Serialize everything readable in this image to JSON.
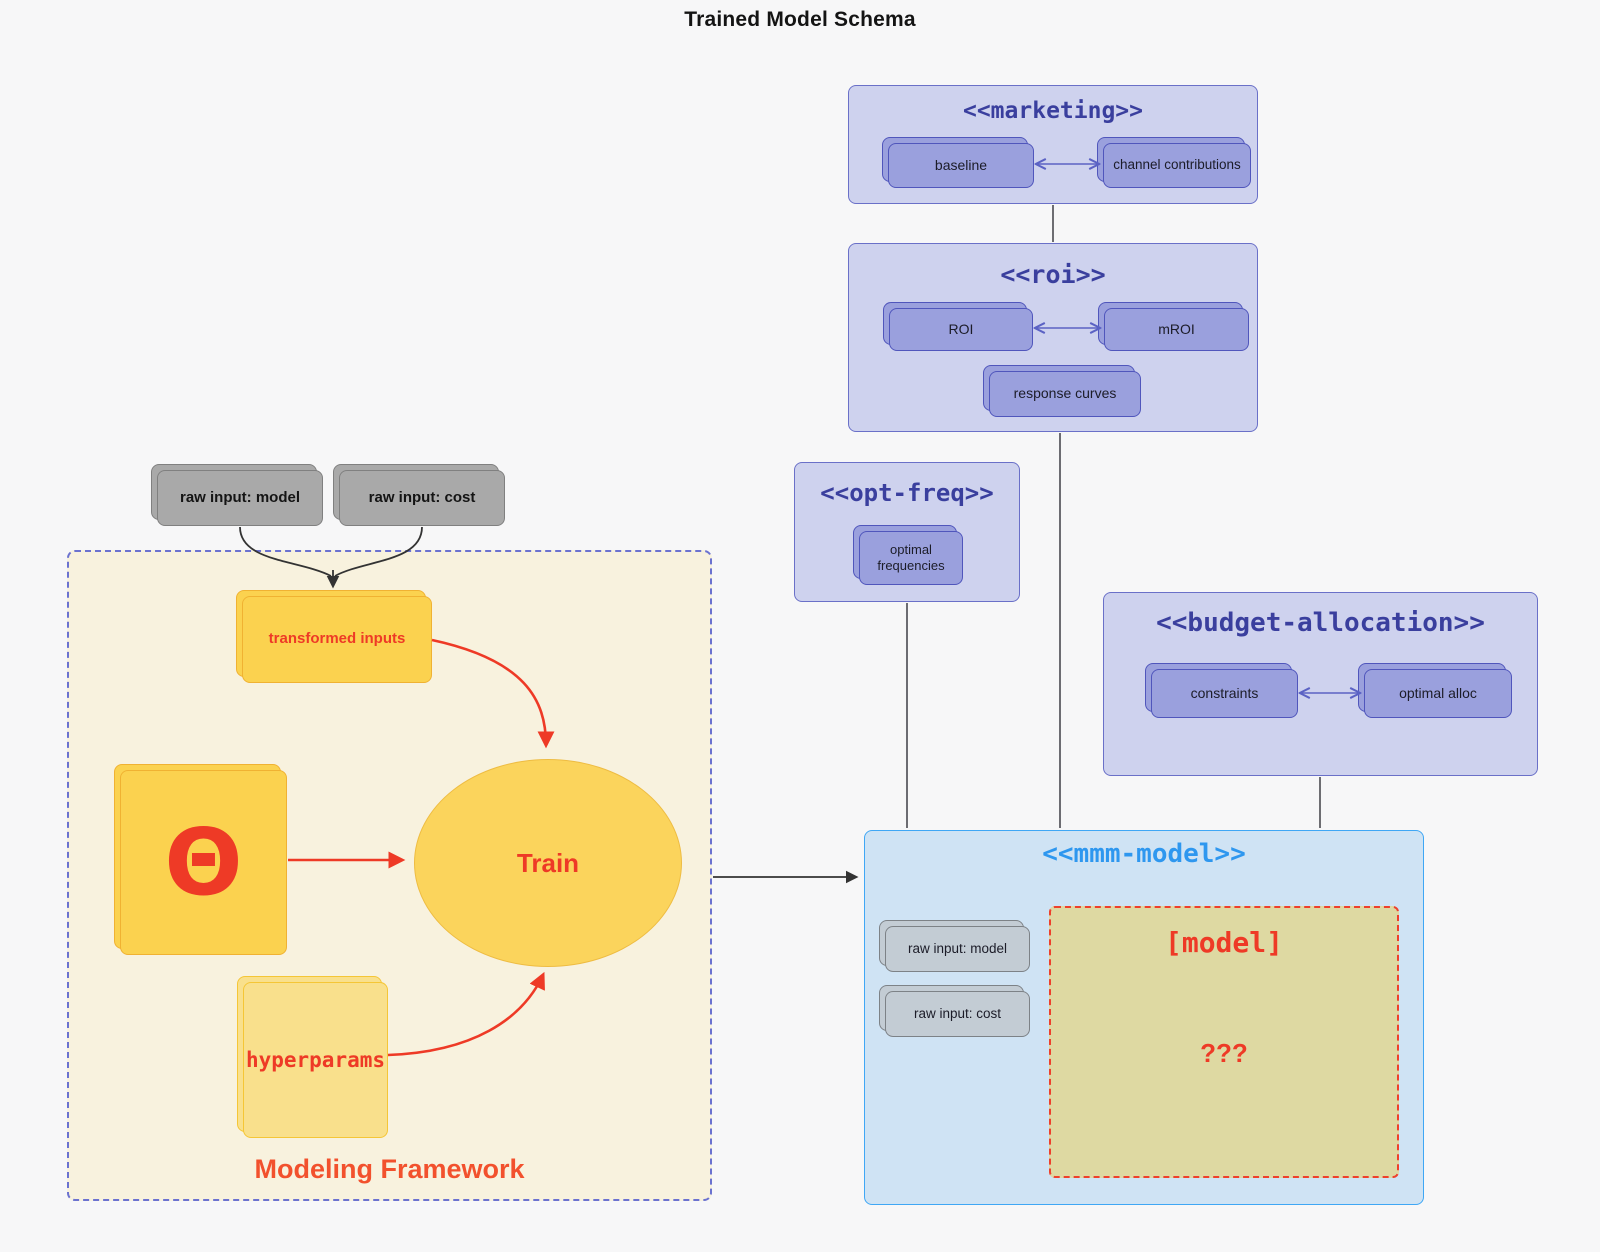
{
  "title": "Trained Model Schema",
  "marketing": {
    "title": "<<marketing>>",
    "baseline": "baseline",
    "channel": "channel contributions"
  },
  "roi": {
    "title": "<<roi>>",
    "roi": "ROI",
    "mroi": "mROI",
    "response": "response curves"
  },
  "opt_freq": {
    "title": "<<opt-freq>>",
    "optimal": "optimal frequencies"
  },
  "budget": {
    "title": "<<budget-allocation>>",
    "constraints": "constraints",
    "optimal_alloc": "optimal alloc"
  },
  "mmm": {
    "title": "<<mmm-model>>",
    "raw_model": "raw input: model",
    "raw_cost": "raw input: cost",
    "model_box": "[model]",
    "unknown": "???"
  },
  "framework": {
    "label": "Modeling Framework",
    "transformed": "transformed inputs",
    "theta": "Θ",
    "train": "Train",
    "hyperparams": "hyperparams"
  },
  "inputs": {
    "raw_model": "raw input: model",
    "raw_cost": "raw input: cost"
  },
  "colors": {
    "page_bg": "#f7f7f8",
    "purple_container_fill": "#ced2ee",
    "purple_container_border": "#6a70c8",
    "purple_node_fill": "#9aa0dd",
    "purple_node_border": "#5056bc",
    "purple_title": "#3a3f9e",
    "purple_arrow": "#5b62c4",
    "blue_container_fill": "#cfe3f4",
    "blue_container_border": "#3fa7f5",
    "blue_title": "#2e97ef",
    "cream_fill": "#f8f2de",
    "framework_dashed_border": "#6b72d0",
    "yellow_fill": "#fbd24f",
    "yellow_border": "#f0b232",
    "yellow_light_fill": "#f9e08c",
    "yellow_light_border": "#f5c636",
    "ellipse_fill": "#fbd45c",
    "khaki_fill": "#ded9a2",
    "red": "#ee3a26",
    "gray_node_fill": "#a9a9a9",
    "bluegray_node_fill": "#c3ccd4",
    "connector": "#3f3f46"
  }
}
